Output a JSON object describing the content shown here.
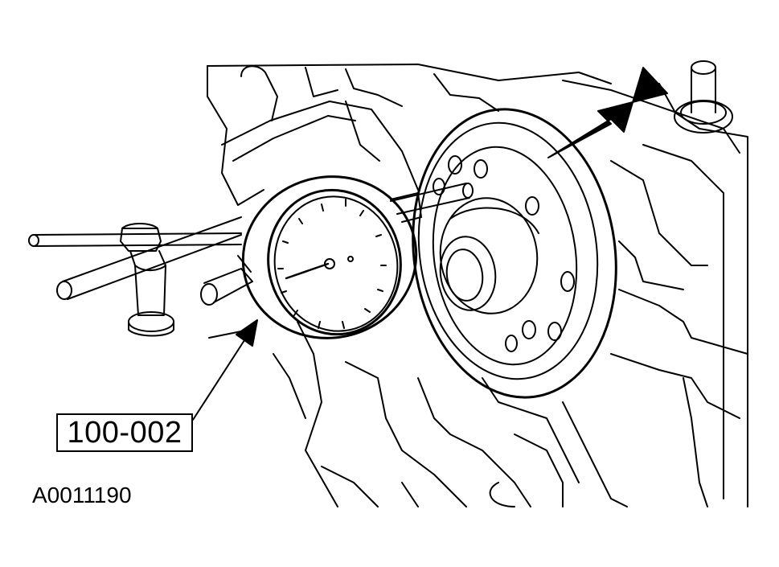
{
  "callout": {
    "tool_number": "100-002"
  },
  "figure_id": "A0011190",
  "colors": {
    "ink": "#000000",
    "paper": "#ffffff"
  },
  "parts": [
    {
      "name": "dial-indicator",
      "icon": "dial-gauge-icon"
    },
    {
      "name": "magnetic-base",
      "icon": "magnetic-base-icon"
    },
    {
      "name": "crankshaft-flange",
      "icon": "flange-icon"
    },
    {
      "name": "engine-block",
      "icon": "engine-block-icon"
    },
    {
      "name": "pointer-arrow",
      "icon": "arrow-icon"
    },
    {
      "name": "callout-arrow",
      "icon": "arrow-icon"
    }
  ]
}
